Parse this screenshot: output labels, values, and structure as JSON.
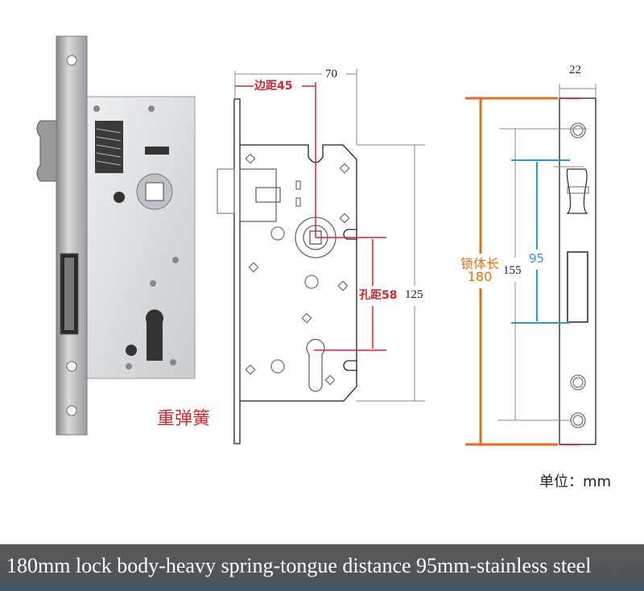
{
  "photo": {
    "label": "重弹簧"
  },
  "front_diagram": {
    "width_dim": "70",
    "backset_label": "边距45",
    "hole_distance_label": "孔距58",
    "height_dim": "125"
  },
  "side_diagram": {
    "thickness_dim": "22",
    "body_length_label": "锁体长",
    "body_length_value": "180",
    "screw_distance_dim": "155",
    "tongue_distance_dim": "95"
  },
  "unit_label": "单位：mm",
  "banner": {
    "text": "180mm lock body-heavy spring-tongue distance 95mm-stainless steel"
  },
  "colors": {
    "red": "#d8262b",
    "orange": "#e0701f",
    "blue": "#2a9ad6"
  }
}
